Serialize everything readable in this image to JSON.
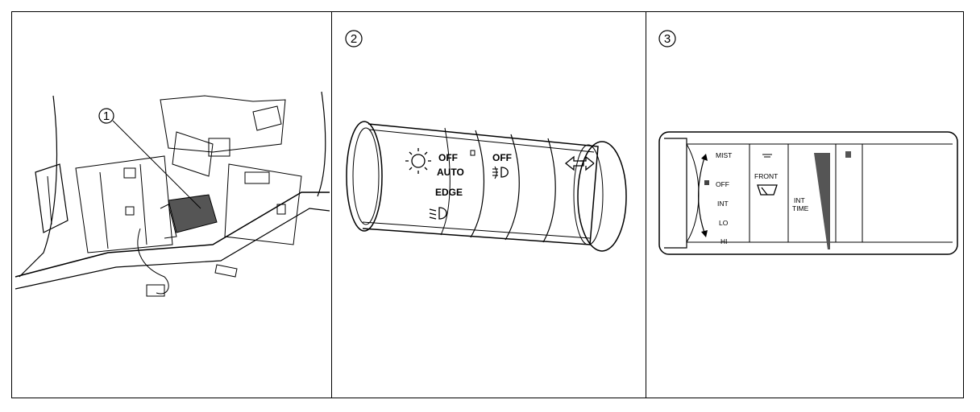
{
  "panels": [
    {
      "number": "1",
      "callout": "1"
    },
    {
      "number": "2"
    },
    {
      "number": "3"
    }
  ],
  "headlamp_switch": {
    "off": "OFF",
    "auto": "AUTO",
    "edge": "EDGE",
    "fog_off": "OFF"
  },
  "wiper_switch": {
    "mist": "MIST",
    "off": "OFF",
    "int": "INT",
    "lo": "LO",
    "hi": "HI",
    "front": "FRONT",
    "int_time_1": "INT",
    "int_time_2": "TIME"
  },
  "icons": [
    "headlamp-icon",
    "fog-lamp-icon",
    "low-beam-icon",
    "turn-arrows-icon",
    "windshield-wiper-icon",
    "washer-icon"
  ]
}
